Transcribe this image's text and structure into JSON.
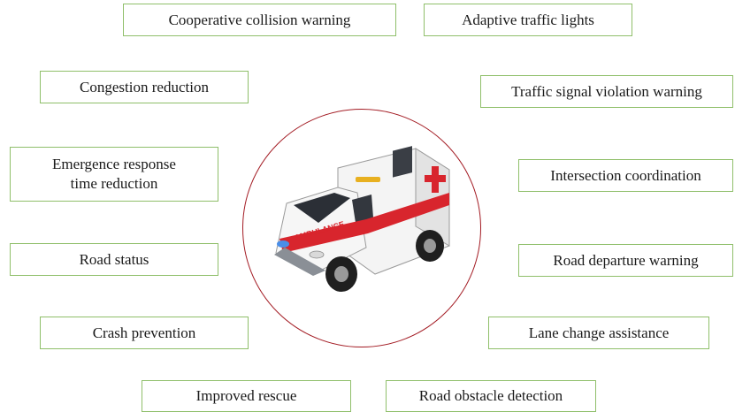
{
  "center_image": "ambulance",
  "colors": {
    "box_border": "#8fbf6a",
    "circle": "#a31b23",
    "accent_red": "#d8252d"
  },
  "ambulance_text": "AMBULANCE",
  "apps": [
    "Cooperative collision warning",
    "Adaptive traffic lights",
    "Congestion reduction",
    "Traffic signal violation warning",
    "Emergence response\ntime reduction",
    "Intersection coordination",
    "Road status",
    "Road departure warning",
    "Crash prevention",
    "Lane change assistance",
    "Improved rescue",
    "Road obstacle detection"
  ]
}
